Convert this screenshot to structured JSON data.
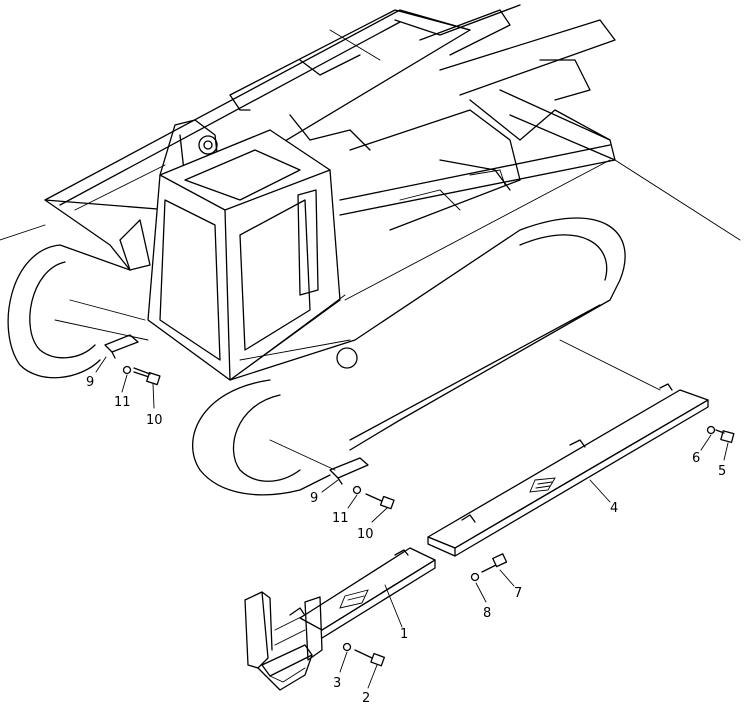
{
  "callouts": [
    {
      "id": "c1",
      "text": "1"
    },
    {
      "id": "c2",
      "text": "2"
    },
    {
      "id": "c3",
      "text": "3"
    },
    {
      "id": "c4",
      "text": "4"
    },
    {
      "id": "c5",
      "text": "5"
    },
    {
      "id": "c6",
      "text": "6"
    },
    {
      "id": "c7",
      "text": "7"
    },
    {
      "id": "c8",
      "text": "8"
    },
    {
      "id": "c9a",
      "text": "9"
    },
    {
      "id": "c9b",
      "text": "9"
    },
    {
      "id": "c10a",
      "text": "10"
    },
    {
      "id": "c10b",
      "text": "10"
    },
    {
      "id": "c11a",
      "text": "11"
    },
    {
      "id": "c11b",
      "text": "11"
    }
  ]
}
